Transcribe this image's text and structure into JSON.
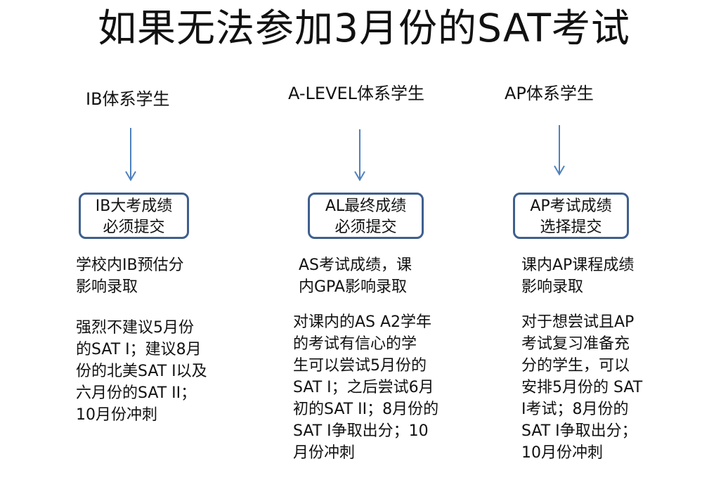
{
  "title": "如果无法参加3月份的SAT考试",
  "accent_color": "#4f81bd",
  "box_border_color": "#3f5f8e",
  "columns": [
    {
      "header": "IB体系学生",
      "box_line1": "IB大考成绩",
      "box_line2": "必须提交",
      "para1": "学校内IB预估分\n影响录取",
      "para2": "强烈不建议5月份\n的SAT I；建议8月\n份的北美SAT I以及\n六月份的SAT II；\n10月份冲刺"
    },
    {
      "header": "A-LEVEL体系学生",
      "box_line1": "AL最终成绩",
      "box_line2": "必须提交",
      "para1": "AS考试成绩，课\n内GPA影响录取",
      "para2": "对课内的AS A2学年\n的考试有信心的学\n生可以尝试5月份的\nSAT I；之后尝试6月\n初的SAT II；8月份的\nSAT I争取出分；10\n月份冲刺"
    },
    {
      "header": "AP体系学生",
      "box_line1": "AP考试成绩",
      "box_line2": "选择提交",
      "para1": "课内AP课程成绩\n影响录取",
      "para2": "对于想尝试且AP\n考试复习准备充\n分的学生，可以\n安排5月份的 SAT\nI考试；8月份的\nSAT I争取出分；\n10月份冲刺"
    }
  ]
}
